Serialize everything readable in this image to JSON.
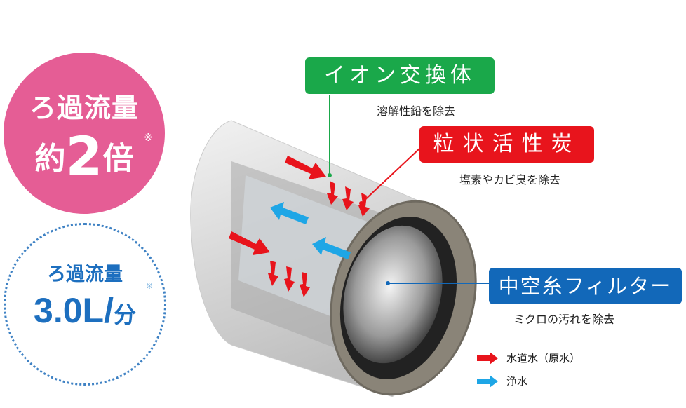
{
  "badge_main": {
    "line1": "ろ過流量",
    "prefix": "約",
    "number": "2",
    "suffix": "倍",
    "note": "※"
  },
  "badge_sub": {
    "line1": "ろ過流量",
    "value": "3.0L/",
    "unit": "分",
    "note": "※"
  },
  "labels": [
    {
      "title": "イオン交換体",
      "desc": "溶解性鉛を除去",
      "color": "#1aa84a"
    },
    {
      "title": "粒状活性炭",
      "desc": "塩素やカビ臭を除去",
      "color": "#e8141c"
    },
    {
      "title": "中空糸フィルター",
      "desc": "ミクロの汚れを除去",
      "color": "#1268b9"
    }
  ],
  "legend": [
    {
      "label": "水道水（原水）",
      "color": "#e8141c"
    },
    {
      "label": "浄水",
      "color": "#1ea6e6"
    }
  ]
}
